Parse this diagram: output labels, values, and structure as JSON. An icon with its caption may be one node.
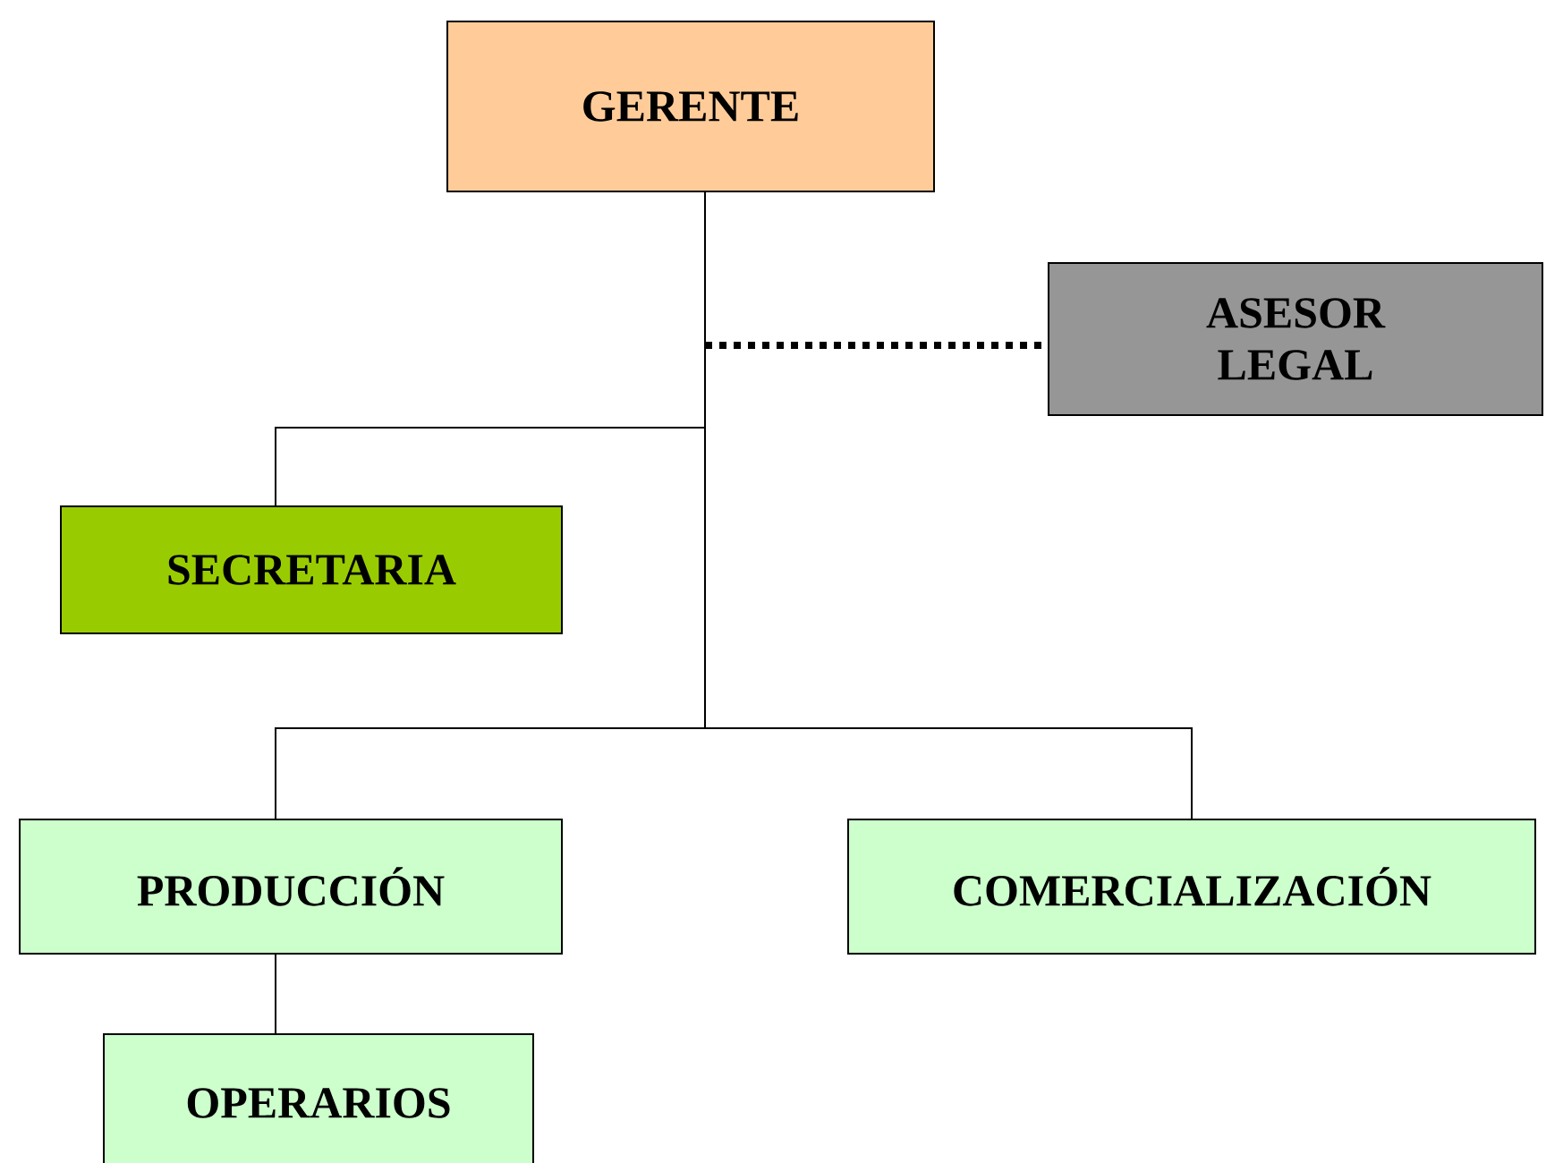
{
  "diagram": {
    "nodes": [
      {
        "text": [
          "GERENTE"
        ]
      },
      {
        "text": [
          "ASESOR LEGAL"
        ]
      },
      {
        "text": [
          "SECRETARIA"
        ]
      },
      {
        "text": [
          "PRODUCCIÓN"
        ]
      },
      {
        "text": [
          "COMERCIALIZACIÓN"
        ]
      },
      {
        "text": [
          "OPERARIOS"
        ]
      }
    ],
    "edges": [
      {
        "from": 0,
        "to": 1,
        "arrow": "none",
        "style": "dashed"
      },
      {
        "from": 0,
        "to": 2,
        "arrow": "none"
      },
      {
        "from": 0,
        "to": 3,
        "arrow": "none"
      },
      {
        "from": 0,
        "to": 4,
        "arrow": "none"
      },
      {
        "from": 3,
        "to": 5,
        "arrow": "none"
      }
    ]
  }
}
